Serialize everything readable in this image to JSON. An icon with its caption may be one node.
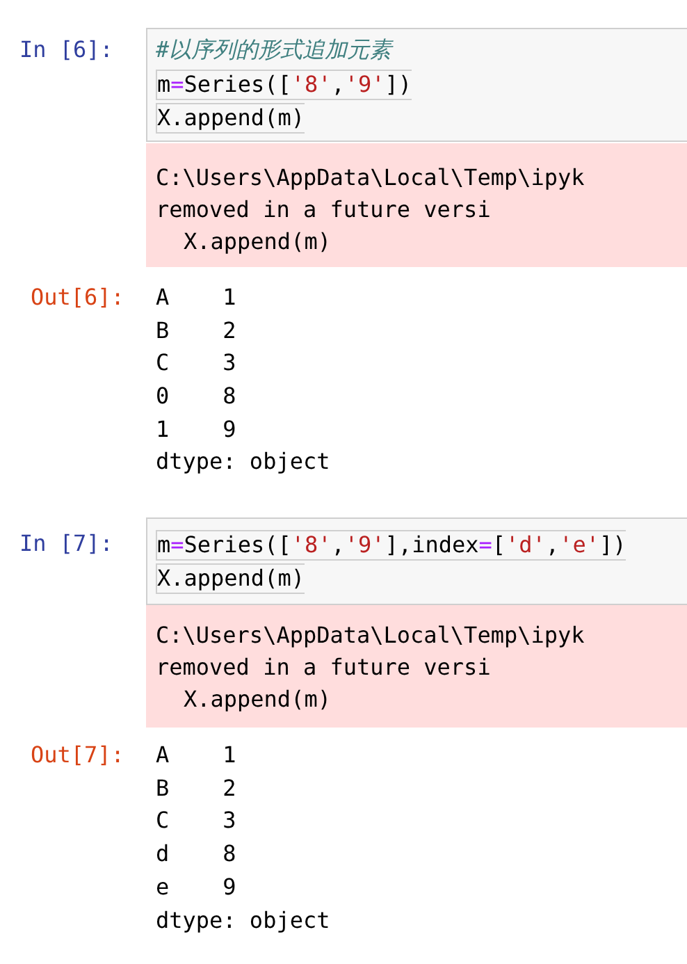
{
  "diagram": {
    "labels": [
      "In [6]:",
      "#以序列的形式追加元素",
      "m=Series(['8','9'])",
      "X.append(m)",
      "C:\\Users\\AppData\\Local\\Temp\\ipyk",
      "removed in a future versi",
      "X.append(m)",
      "Out[6]:",
      "A    1",
      "B    2",
      "C    3",
      "0    8",
      "1    9",
      "dtype: object",
      "In [7]:",
      "m=Series(['8','9'],index=['d','e'])",
      "X.append(m)",
      "C:\\Users\\AppData\\Local\\Temp\\ipyk",
      "removed in a future versi",
      "X.append(m)",
      "Out[7]:",
      "A    1",
      "B    2",
      "C    3",
      "d    8",
      "e    9",
      "dtype: object"
    ]
  }
}
